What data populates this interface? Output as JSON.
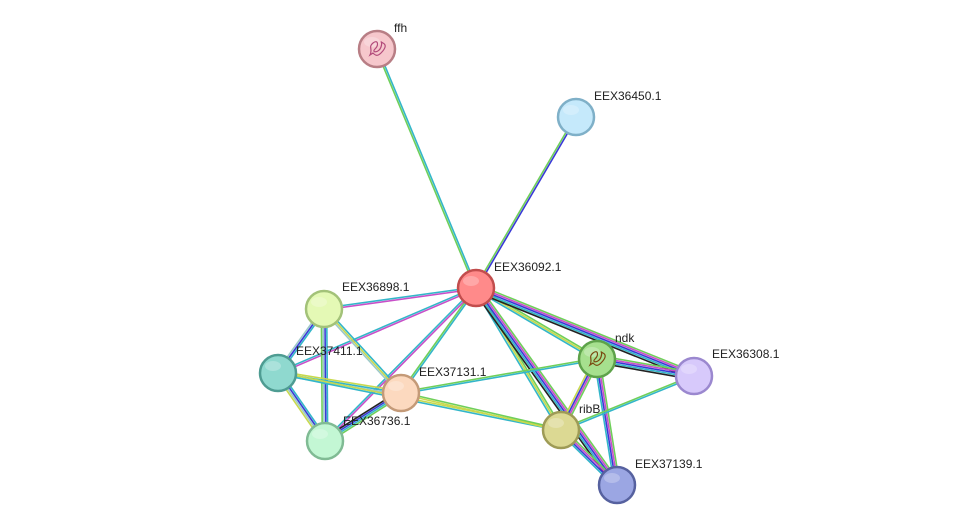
{
  "nodes": [
    {
      "id": "ffh",
      "label": "ffh",
      "fill": "#f6c7cc",
      "stroke": "#b87e85",
      "icon": "protein-structure-icon"
    },
    {
      "id": "EEX36450.1",
      "label": "EEX36450.1",
      "fill": "#c5e9fb",
      "stroke": "#7fb0c8"
    },
    {
      "id": "EEX36092.1",
      "label": "EEX36092.1",
      "fill": "#ff8a8a",
      "stroke": "#c24d4d"
    },
    {
      "id": "EEX36898.1",
      "label": "EEX36898.1",
      "fill": "#e4f9b5",
      "stroke": "#a3c279"
    },
    {
      "id": "EEX37411.1",
      "label": "EEX37411.1",
      "fill": "#8fd9cf",
      "stroke": "#4e9c92"
    },
    {
      "id": "EEX37131.1",
      "label": "EEX37131.1",
      "fill": "#fcd9bf",
      "stroke": "#c49a78"
    },
    {
      "id": "EEX36736.1",
      "label": "EEX36736.1",
      "fill": "#c3f7d4",
      "stroke": "#80bb94"
    },
    {
      "id": "ndk",
      "label": "ndk",
      "fill": "#a6e08e",
      "stroke": "#5ea24a",
      "icon": "protein-structure-icon"
    },
    {
      "id": "EEX36308.1",
      "label": "EEX36308.1",
      "fill": "#d7c9fb",
      "stroke": "#9b88cf"
    },
    {
      "id": "ribB",
      "label": "ribB",
      "fill": "#dcd993",
      "stroke": "#9e9b56"
    },
    {
      "id": "EEX37139.1",
      "label": "EEX37139.1",
      "fill": "#9ba6e3",
      "stroke": "#56619f"
    }
  ],
  "edges": [
    {
      "source": "EEX36092.1",
      "target": "ffh",
      "colors": [
        "#6fcf5a",
        "#33b6c9"
      ]
    },
    {
      "source": "EEX36092.1",
      "target": "EEX36450.1",
      "colors": [
        "#6fcf5a",
        "#3a3ad6"
      ]
    },
    {
      "source": "EEX36092.1",
      "target": "EEX36898.1",
      "colors": [
        "#c84fc8",
        "#33b6c9"
      ]
    },
    {
      "source": "EEX36092.1",
      "target": "EEX37411.1",
      "colors": [
        "#c84fc8",
        "#33b6c9"
      ]
    },
    {
      "source": "EEX36092.1",
      "target": "EEX37131.1",
      "colors": [
        "#33b6c9",
        "#6fcf5a"
      ]
    },
    {
      "source": "EEX36092.1",
      "target": "EEX36736.1",
      "colors": [
        "#c84fc8",
        "#33b6c9"
      ]
    },
    {
      "source": "EEX36092.1",
      "target": "ndk",
      "colors": [
        "#6fcf5a",
        "#c8d94e",
        "#33b6c9"
      ]
    },
    {
      "source": "EEX36092.1",
      "target": "EEX36308.1",
      "colors": [
        "#6fcf5a",
        "#c84fc8",
        "#3a3ad6",
        "#33b6c9",
        "#222222"
      ]
    },
    {
      "source": "EEX36092.1",
      "target": "ribB",
      "colors": [
        "#6fcf5a",
        "#c8d94e",
        "#33b6c9"
      ]
    },
    {
      "source": "EEX36092.1",
      "target": "EEX37139.1",
      "colors": [
        "#6fcf5a",
        "#c84fc8",
        "#3a3ad6",
        "#33b6c9",
        "#222222"
      ]
    },
    {
      "source": "EEX36898.1",
      "target": "EEX37411.1",
      "colors": [
        "#33b6c9",
        "#3a3ad6",
        "#9dc9c9"
      ]
    },
    {
      "source": "EEX36898.1",
      "target": "EEX37131.1",
      "colors": [
        "#33b6c9",
        "#c8d94e",
        "#9dc9c9"
      ]
    },
    {
      "source": "EEX36898.1",
      "target": "EEX36736.1",
      "colors": [
        "#33b6c9",
        "#3a3ad6",
        "#9dc9c9",
        "#6fcf5a"
      ]
    },
    {
      "source": "EEX37411.1",
      "target": "EEX37131.1",
      "colors": [
        "#c8d94e",
        "#33b6c9",
        "#9dc9c9"
      ]
    },
    {
      "source": "EEX37411.1",
      "target": "EEX36736.1",
      "colors": [
        "#33b6c9",
        "#3a3ad6",
        "#9dc9c9",
        "#c8d94e"
      ]
    },
    {
      "source": "EEX37411.1",
      "target": "ribB",
      "colors": [
        "#c8d94e",
        "#33b6c9"
      ]
    },
    {
      "source": "EEX37131.1",
      "target": "EEX36736.1",
      "colors": [
        "#6fcf5a",
        "#33b6c9",
        "#3a3ad6",
        "#222222"
      ]
    },
    {
      "source": "EEX37131.1",
      "target": "ndk",
      "colors": [
        "#6fcf5a",
        "#33b6c9"
      ]
    },
    {
      "source": "EEX37131.1",
      "target": "ribB",
      "colors": [
        "#6fcf5a",
        "#c8d94e"
      ]
    },
    {
      "source": "ndk",
      "target": "EEX36308.1",
      "colors": [
        "#6fcf5a",
        "#c84fc8",
        "#3a3ad6",
        "#33b6c9",
        "#222222"
      ]
    },
    {
      "source": "ndk",
      "target": "ribB",
      "colors": [
        "#6fcf5a",
        "#c84fc8",
        "#3a3ad6",
        "#c8d94e"
      ]
    },
    {
      "source": "ndk",
      "target": "EEX37139.1",
      "colors": [
        "#6fcf5a",
        "#c84fc8",
        "#3a3ad6",
        "#33b6c9"
      ]
    },
    {
      "source": "ribB",
      "target": "EEX36308.1",
      "colors": [
        "#6fcf5a",
        "#33b6c9"
      ]
    },
    {
      "source": "ribB",
      "target": "EEX37139.1",
      "colors": [
        "#6fcf5a",
        "#c84fc8",
        "#3a3ad6",
        "#33b6c9"
      ]
    }
  ]
}
